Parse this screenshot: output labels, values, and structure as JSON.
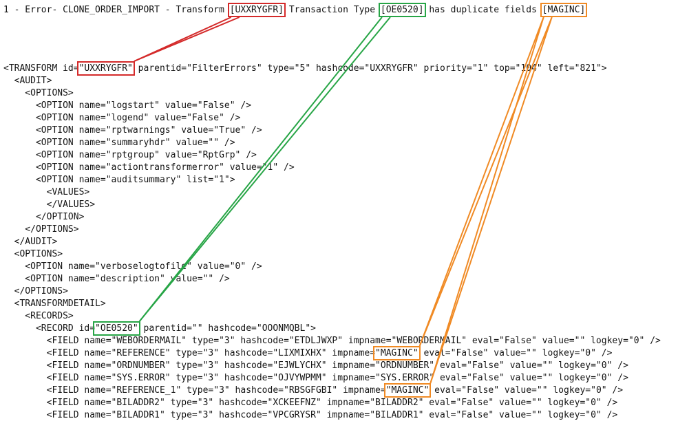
{
  "colors": {
    "red": "#d42a2a",
    "green": "#27a546",
    "orange": "#f08a24"
  },
  "error_line": {
    "segments": [
      {
        "t": "1 - Error- CLONE_ORDER_IMPORT - Transform ",
        "name": "error-message-text"
      },
      {
        "t": "[UXXRYGFR]",
        "box": "red",
        "anchor": "err-red",
        "name": "error-transform-id-token"
      },
      {
        "t": " Transaction Type ",
        "name": "error-message-text"
      },
      {
        "t": "[OE0520]",
        "box": "green",
        "anchor": "err-green",
        "name": "error-transaction-type-token"
      },
      {
        "t": " has duplicate fields ",
        "name": "error-message-text"
      },
      {
        "t": "[MAGINC]",
        "box": "orange",
        "anchor": "err-orange",
        "name": "error-duplicate-field-token"
      }
    ]
  },
  "xml_lines": [
    [
      {
        "t": "<TRANSFORM id="
      },
      {
        "t": "\"UXXRYGFR\"",
        "box": "red",
        "anchor": "xml-red",
        "name": "transform-id-highlight"
      },
      {
        "t": " parentid=\"FilterErrors\" type=\"5\" hashcode=\"UXXRYGFR\" priority=\"1\" top=\"104\" left=\"821\">"
      }
    ],
    [
      {
        "t": "  <AUDIT>"
      }
    ],
    [
      {
        "t": "    <OPTIONS>"
      }
    ],
    [
      {
        "t": "      <OPTION name=\"logstart\" value=\"False\" />"
      }
    ],
    [
      {
        "t": "      <OPTION name=\"logend\" value=\"False\" />"
      }
    ],
    [
      {
        "t": "      <OPTION name=\"rptwarnings\" value=\"True\" />"
      }
    ],
    [
      {
        "t": "      <OPTION name=\"summaryhdr\" value=\"\" />"
      }
    ],
    [
      {
        "t": "      <OPTION name=\"rptgroup\" value=\"RptGrp\" />"
      }
    ],
    [
      {
        "t": "      <OPTION name=\"actiontransformerror\" value=\"1\" />"
      }
    ],
    [
      {
        "t": "      <OPTION name=\"auditsummary\" list=\"1\">"
      }
    ],
    [
      {
        "t": "        <VALUES>"
      }
    ],
    [
      {
        "t": "        </VALUES>"
      }
    ],
    [
      {
        "t": "      </OPTION>"
      }
    ],
    [
      {
        "t": "    </OPTIONS>"
      }
    ],
    [
      {
        "t": "  </AUDIT>"
      }
    ],
    [
      {
        "t": "  <OPTIONS>"
      }
    ],
    [
      {
        "t": "    <OPTION name=\"verboselogtofile\" value=\"0\" />"
      }
    ],
    [
      {
        "t": "    <OPTION name=\"description\" value=\"\" />"
      }
    ],
    [
      {
        "t": "  </OPTIONS>"
      }
    ],
    [
      {
        "t": "  <TRANSFORMDETAIL>"
      }
    ],
    [
      {
        "t": "    <RECORDS>"
      }
    ],
    [
      {
        "t": "      <RECORD id="
      },
      {
        "t": "\"OE0520\"",
        "box": "green",
        "anchor": "xml-green",
        "name": "record-id-highlight"
      },
      {
        "t": " parentid=\"\" hashcode=\"OOONMQBL\">"
      }
    ],
    [
      {
        "t": "        <FIELD name=\"WEBORDERMAIL\" type=\"3\" hashcode=\"ETDLJWXP\" impname=\"WEBORDERMAIL\" eval=\"False\" value=\"\" logkey=\"0\" />"
      }
    ],
    [
      {
        "t": "        <FIELD name=\"REFERENCE\" type=\"3\" hashcode=\"LIXMIXHX\" impname="
      },
      {
        "t": "\"MAGINC\"",
        "box": "orange",
        "anchor": "xml-orange-1",
        "name": "impname-maginc-highlight-1"
      },
      {
        "t": " eval=\"False\" value=\"\" logkey=\"0\" />"
      }
    ],
    [
      {
        "t": "        <FIELD name=\"ORDNUMBER\" type=\"3\" hashcode=\"EJWLYCHX\" impname=\"ORDNUMBER\" eval=\"False\" value=\"\" logkey=\"0\" />"
      }
    ],
    [
      {
        "t": "        <FIELD name=\"SYS.ERROR\" type=\"3\" hashcode=\"OJVYWPMM\" impname=\"SYS.ERROR\" eval=\"False\" value=\"\" logkey=\"0\" />"
      }
    ],
    [
      {
        "t": "        <FIELD name=\"REFERENCE_1\" type=\"3\" hashcode=\"RBSGFGBI\" impname="
      },
      {
        "t": "\"MAGINC\"",
        "box": "orange",
        "anchor": "xml-orange-2",
        "name": "impname-maginc-highlight-2"
      },
      {
        "t": " eval=\"False\" value=\"\" logkey=\"0\" />"
      }
    ],
    [
      {
        "t": "        <FIELD name=\"BILADDR2\" type=\"3\" hashcode=\"XCKEEFNZ\" impname=\"BILADDR2\" eval=\"False\" value=\"\" logkey=\"0\" />"
      }
    ],
    [
      {
        "t": "        <FIELD name=\"BILADDR1\" type=\"3\" hashcode=\"VPCGRYSR\" impname=\"BILADDR1\" eval=\"False\" value=\"\" logkey=\"0\" />"
      }
    ]
  ],
  "connectors": [
    {
      "from": "err-red",
      "to": "xml-red",
      "color": "red"
    },
    {
      "from": "err-green",
      "to": "xml-green",
      "color": "green"
    },
    {
      "from": "err-orange",
      "to": "xml-orange-1",
      "color": "orange"
    },
    {
      "from": "err-orange",
      "to": "xml-orange-2",
      "color": "orange"
    }
  ]
}
